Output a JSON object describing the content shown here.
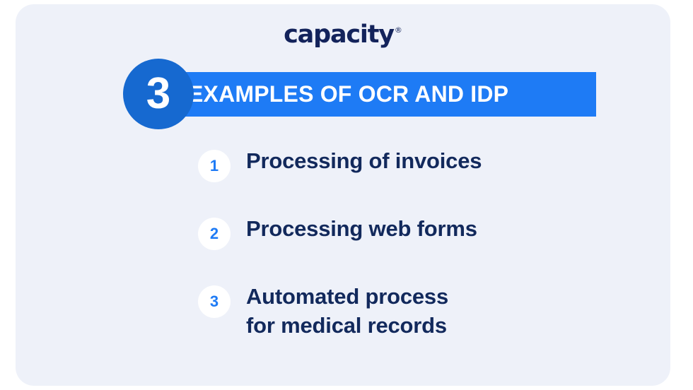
{
  "card": {
    "background_color": "#eef1f9",
    "page_background_color": "#ffffff"
  },
  "brand": {
    "name": "capacity",
    "trademark": "®",
    "color": "#13235b"
  },
  "headline": {
    "badge_number": "3",
    "badge_color": "#1669d0",
    "bar_color": "#1e7bf5",
    "title": "EXAMPLES OF OCR AND IDP",
    "title_color": "#ffffff"
  },
  "examples": {
    "number_color": "#1e7bf5",
    "label_color": "#12295c",
    "items": [
      {
        "number": "1",
        "label": "Processing of invoices"
      },
      {
        "number": "2",
        "label": "Processing web forms"
      },
      {
        "number": "3",
        "label": "Automated process\nfor medical records"
      }
    ]
  }
}
